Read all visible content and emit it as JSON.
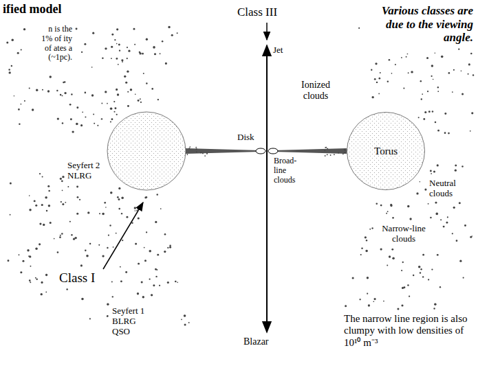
{
  "diagram": {
    "title": "ified model",
    "nodes": [
      {
        "text": [
          "Torus"
        ]
      }
    ],
    "labels": [
      "n is the 1% of ity of ates a (~1pc).",
      "Class III",
      "Various classes are due to the viewing angle.",
      "Jet",
      "Ionized clouds",
      "Seyfert 2 NLRG",
      "Disk",
      "Broad-line clouds",
      "Neutral clouds",
      "Narrow-line clouds",
      "Class I",
      "Seyfert 1 BLRG QSO",
      "Blazar",
      "The narrow line region is also clumpy with low densities of 10¹⁰ m⁻³"
    ]
  }
}
